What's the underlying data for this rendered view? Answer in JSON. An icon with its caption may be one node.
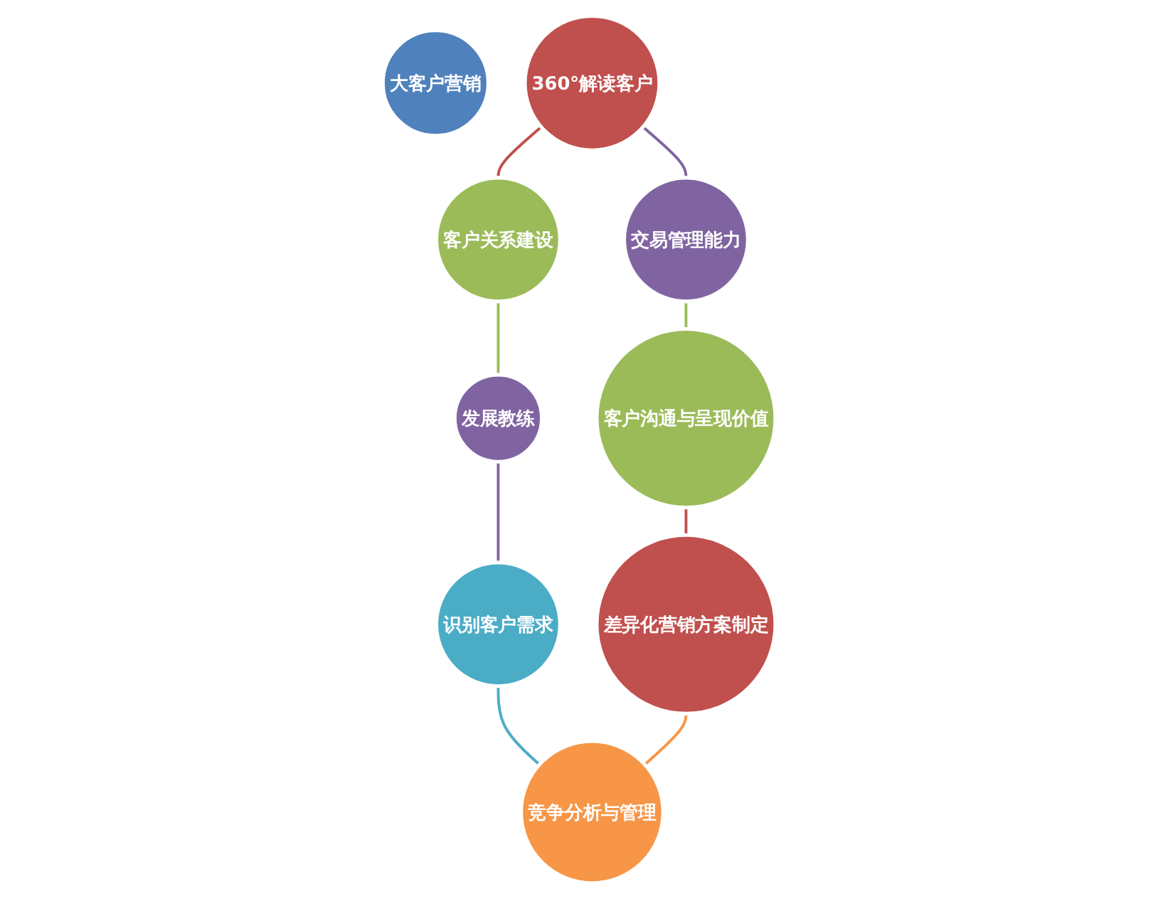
{
  "diagram": {
    "nodes": [
      {
        "text": [
          "大客户营销"
        ]
      },
      {
        "text": [
          "360°解读客户"
        ]
      },
      {
        "text": [
          "客户关系建设"
        ]
      },
      {
        "text": [
          "发展教练"
        ]
      },
      {
        "text": [
          "识别客户需求"
        ]
      },
      {
        "text": [
          "竞争分析与管理"
        ]
      },
      {
        "text": [
          "差异化营销方案制定"
        ]
      },
      {
        "text": [
          "客户沟通与呈现价值"
        ]
      },
      {
        "text": [
          "交易管理能力"
        ]
      }
    ],
    "edges": [
      {
        "from": 1,
        "to": 2,
        "arrow": "none",
        "color": "#c0504d"
      },
      {
        "from": 2,
        "to": 3,
        "arrow": "none",
        "color": "#9bbb59"
      },
      {
        "from": 3,
        "to": 4,
        "arrow": "none",
        "color": "#8064a2"
      },
      {
        "from": 4,
        "to": 5,
        "arrow": "none",
        "color": "#4bacc6"
      },
      {
        "from": 5,
        "to": 6,
        "arrow": "none",
        "color": "#f79646"
      },
      {
        "from": 6,
        "to": 7,
        "arrow": "none",
        "color": "#c0504d"
      },
      {
        "from": 7,
        "to": 8,
        "arrow": "none",
        "color": "#9bbb59"
      },
      {
        "from": 8,
        "to": 1,
        "arrow": "none",
        "color": "#8064a2"
      }
    ]
  }
}
